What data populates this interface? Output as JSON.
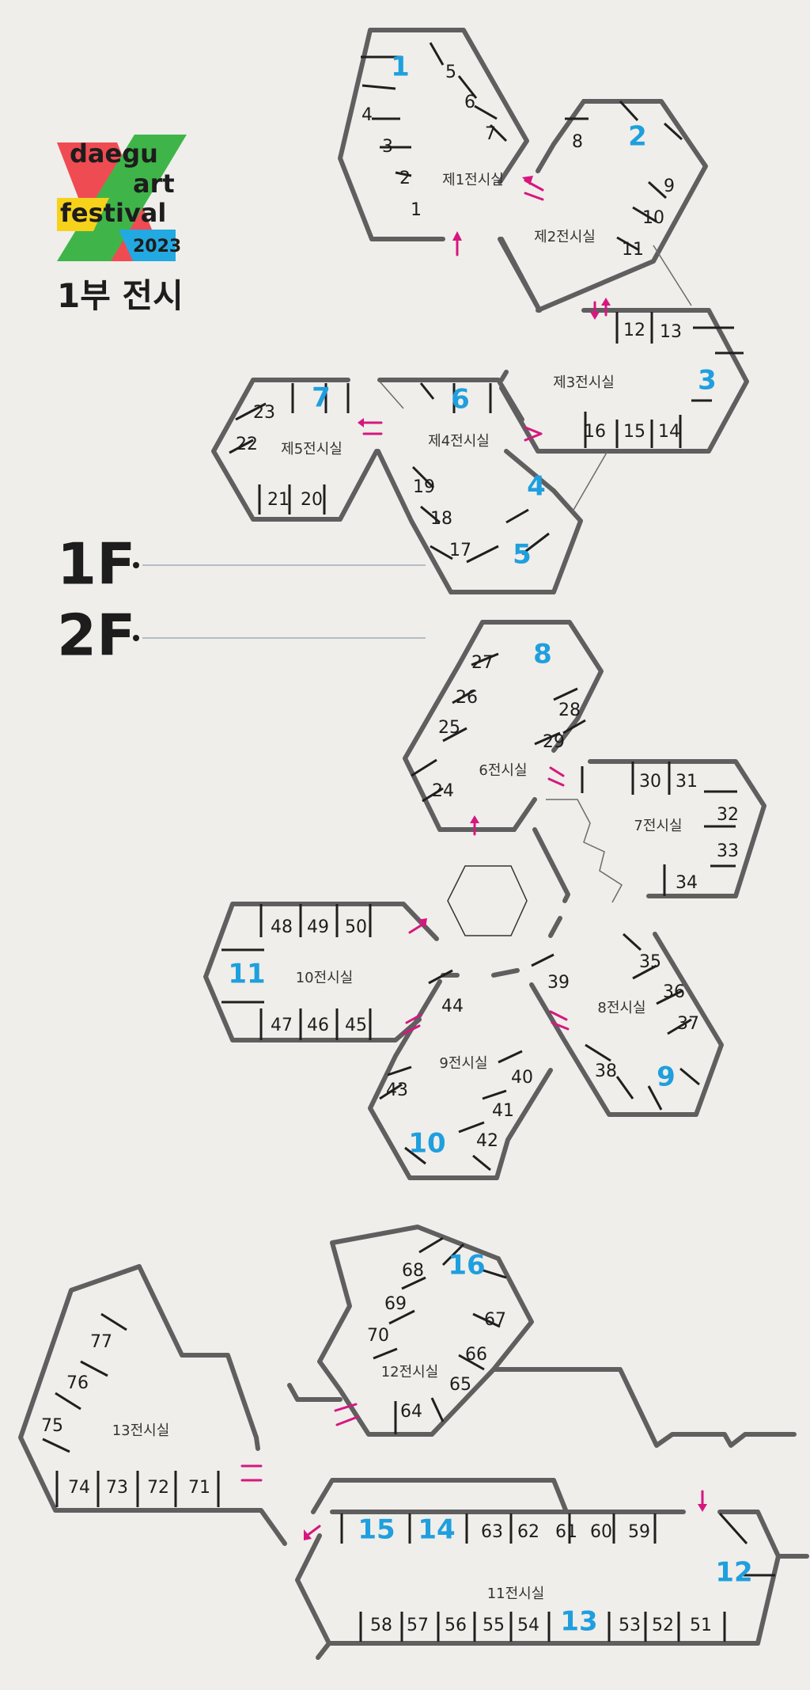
{
  "logo": {
    "line1": "daegu",
    "line2": "art",
    "line3": "festival",
    "year": "2023"
  },
  "title": "1부 전시",
  "floors": {
    "f1": "1F",
    "f2": "2F"
  },
  "rooms": {
    "r1": "제1전시실",
    "r2": "제2전시실",
    "r3": "제3전시실",
    "r4": "제4전시실",
    "r5": "제5전시실",
    "r6": "6전시실",
    "r7": "7전시실",
    "r8": "8전시실",
    "r9": "9전시실",
    "r10": "10전시실",
    "r11": "11전시실",
    "r12": "12전시실",
    "r13": "13전시실"
  },
  "sections": {
    "s1": "1",
    "s2": "2",
    "s3": "3",
    "s4": "4",
    "s5": "5",
    "s6": "6",
    "s7": "7",
    "s8": "8",
    "s9": "9",
    "s10": "10",
    "s11": "11",
    "s12": "12",
    "s13": "13",
    "s14": "14",
    "s15": "15",
    "s16": "16"
  },
  "booths": {
    "b1": "1",
    "b2": "2",
    "b3": "3",
    "b4": "4",
    "b5": "5",
    "b6": "6",
    "b7": "7",
    "b8": "8",
    "b9": "9",
    "b10": "10",
    "b11": "11",
    "b12": "12",
    "b13": "13",
    "b14": "14",
    "b15": "15",
    "b16": "16",
    "b17": "17",
    "b18": "18",
    "b19": "19",
    "b20": "20",
    "b21": "21",
    "b22": "22",
    "b23": "23",
    "b24": "24",
    "b25": "25",
    "b26": "26",
    "b27": "27",
    "b28": "28",
    "b29": "29",
    "b30": "30",
    "b31": "31",
    "b32": "32",
    "b33": "33",
    "b34": "34",
    "b35": "35",
    "b36": "36",
    "b37": "37",
    "b38": "38",
    "b39": "39",
    "b40": "40",
    "b41": "41",
    "b42": "42",
    "b43": "43",
    "b44": "44",
    "b45": "45",
    "b46": "46",
    "b47": "47",
    "b48": "48",
    "b49": "49",
    "b50": "50",
    "b51": "51",
    "b52": "52",
    "b53": "53",
    "b54": "54",
    "b55": "55",
    "b56": "56",
    "b57": "57",
    "b58": "58",
    "b59": "59",
    "b60": "60",
    "b61": "61",
    "b62": "62",
    "b63": "63",
    "b64": "64",
    "b65": "65",
    "b66": "66",
    "b67": "67",
    "b68": "68",
    "b69": "69",
    "b70": "70",
    "b71": "71",
    "b72": "72",
    "b73": "73",
    "b74": "74",
    "b75": "75",
    "b76": "76",
    "b77": "77"
  },
  "colors": {
    "accent": "#1f9fde",
    "arrow": "#d6177f",
    "wall": "#5f5f60",
    "background": "#efeeea",
    "logo_red": "#ef4b53",
    "logo_green": "#3fb549",
    "logo_yellow": "#f7d21a",
    "logo_blue": "#23a9e1"
  }
}
